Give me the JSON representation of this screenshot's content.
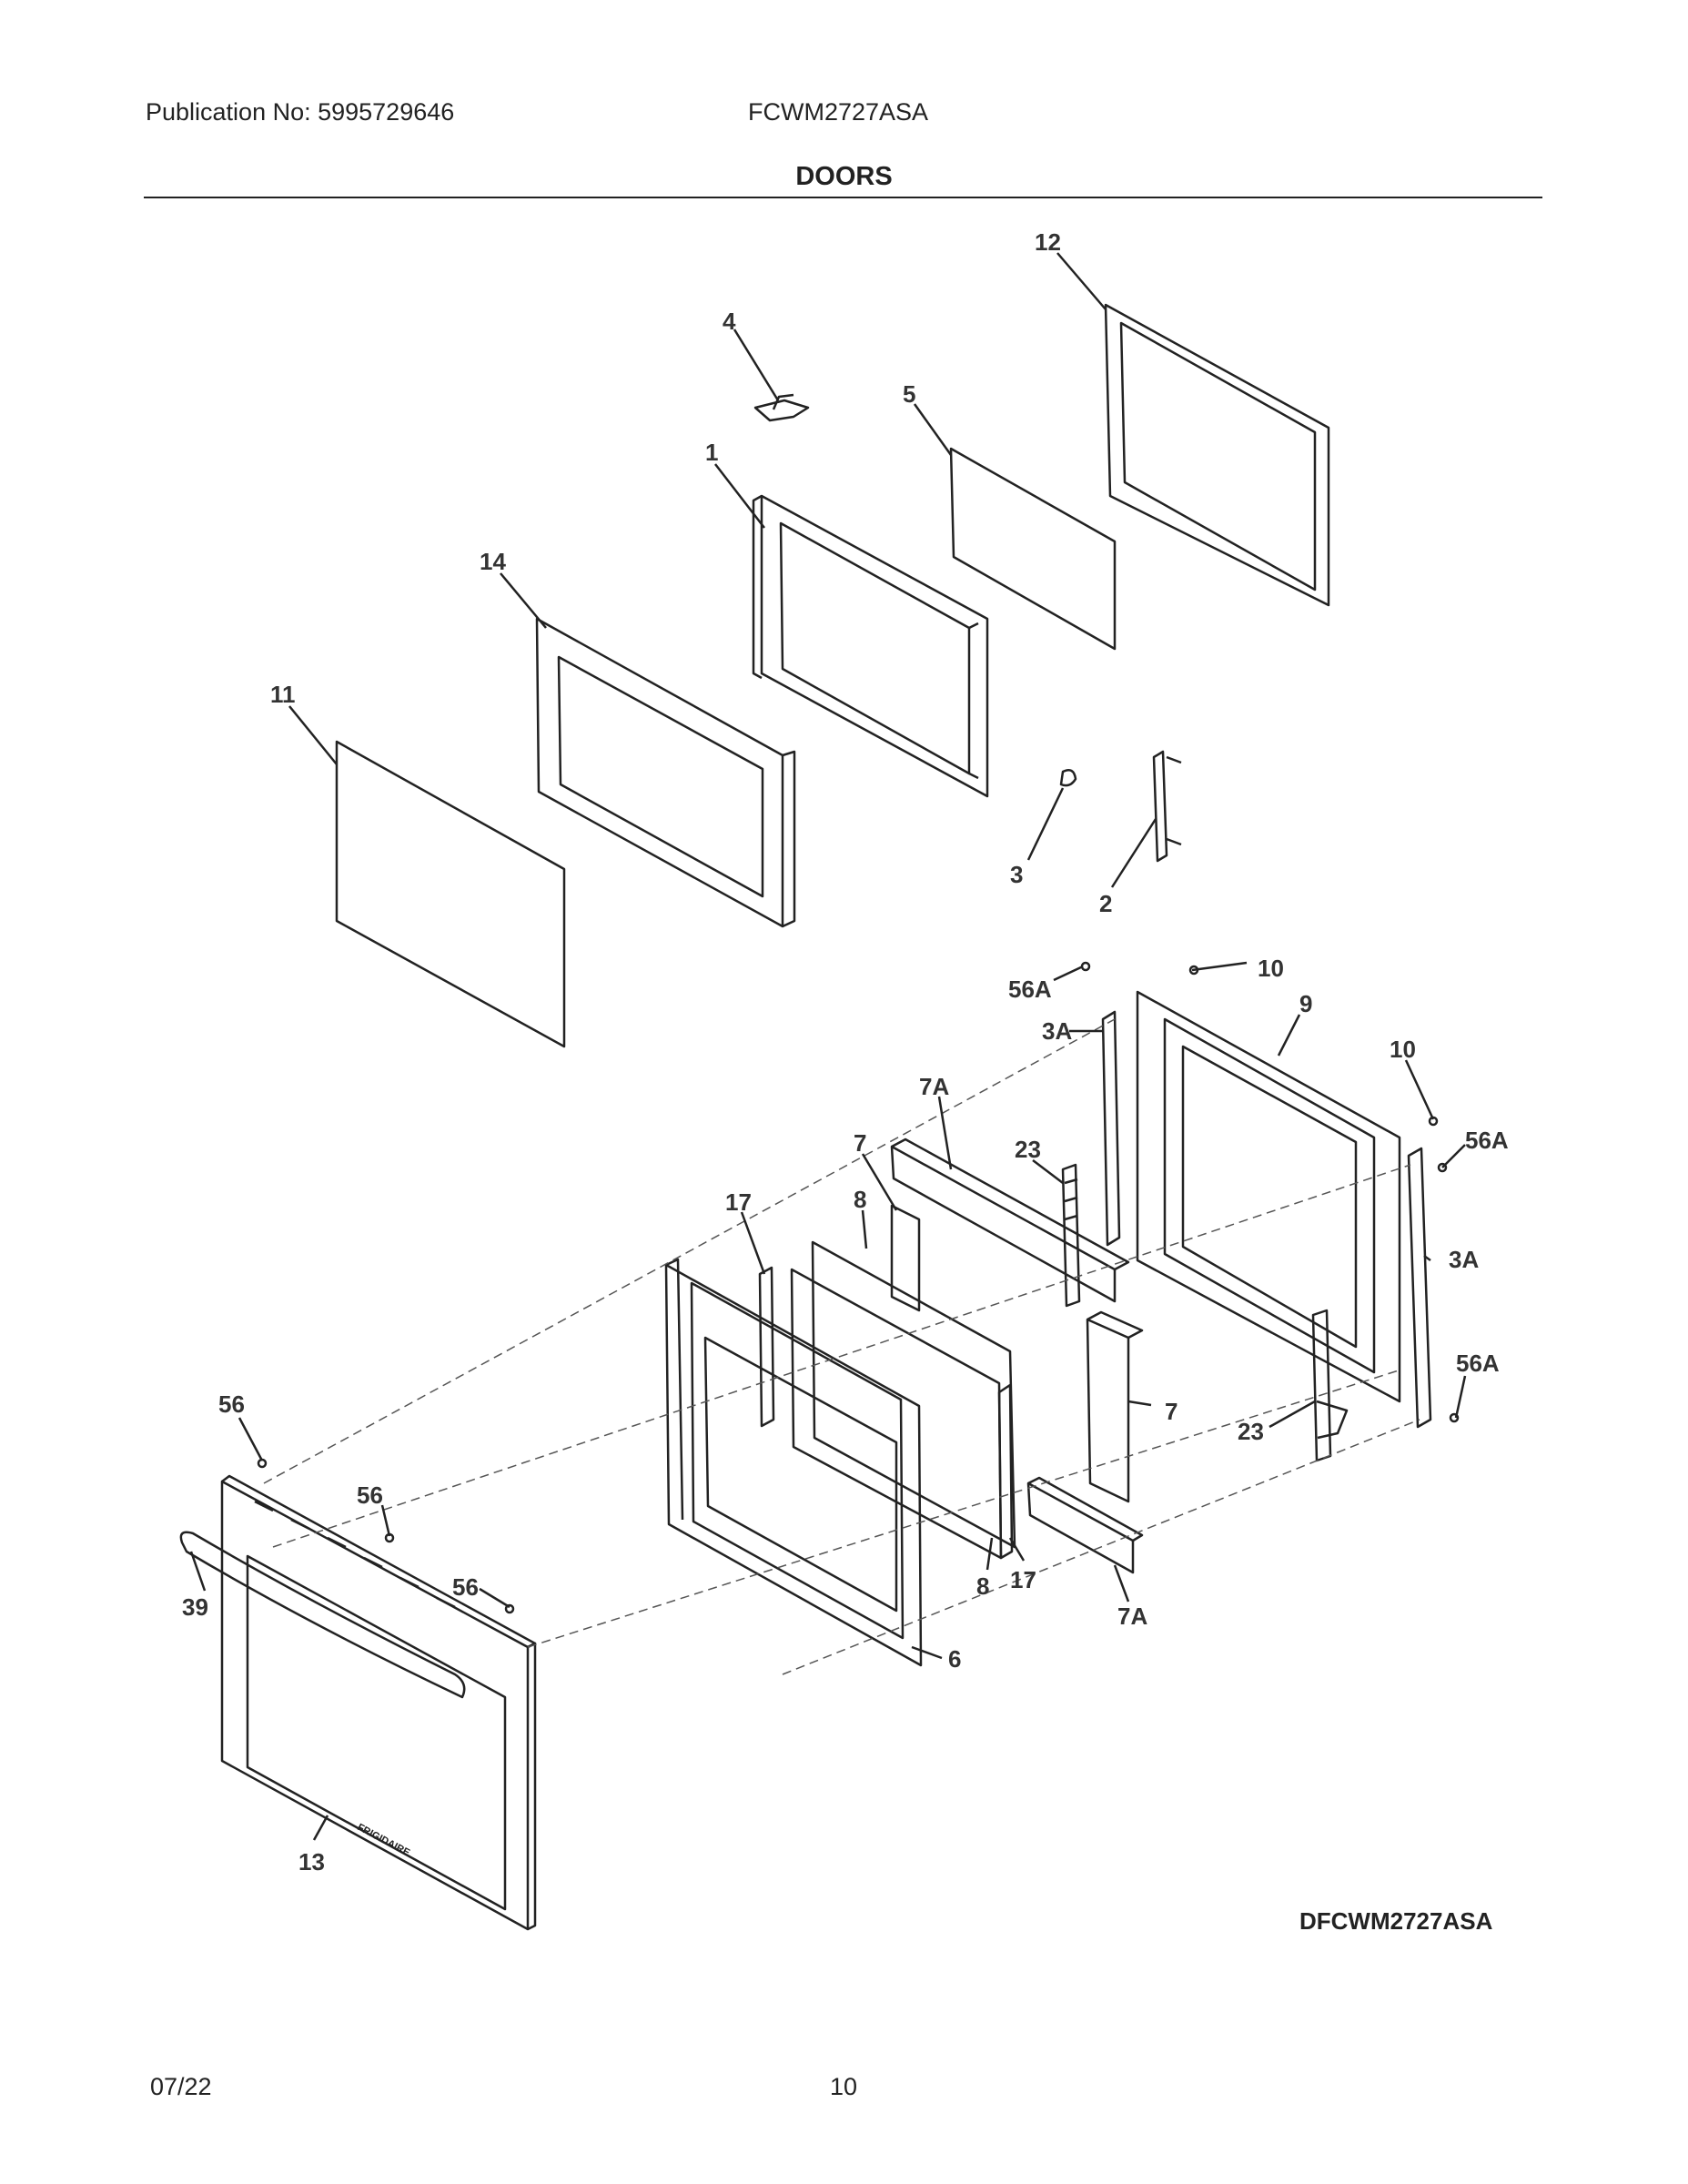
{
  "header": {
    "publication": "Publication No: 5995729646",
    "model": "FCWM2727ASA",
    "title": "DOORS"
  },
  "diagram": {
    "code": "DFCWM2727ASA",
    "brand_text": "FRIGIDAIRE",
    "callouts": {
      "c12": "12",
      "c4": "4",
      "c5": "5",
      "c1": "1",
      "c14": "14",
      "c11": "11",
      "c3": "3",
      "c2": "2",
      "c56A_top": "56A",
      "c10_top": "10",
      "c9": "9",
      "c3A_top": "3A",
      "c10_right": "10",
      "c7A_top": "7A",
      "c56A_right": "56A",
      "c7_top": "7",
      "c23_top": "23",
      "c8_top": "8",
      "c17_top": "17",
      "c3A_right": "3A",
      "c56A_low": "56A",
      "c56_left": "56",
      "c7_right": "7",
      "c23_low": "23",
      "c56_mid": "56",
      "c56_right": "56",
      "c39": "39",
      "c8_bottom": "8",
      "c17_bottom": "17",
      "c7A_bottom": "7A",
      "c6": "6",
      "c13": "13"
    }
  },
  "footer": {
    "date": "07/22",
    "page": "10"
  }
}
